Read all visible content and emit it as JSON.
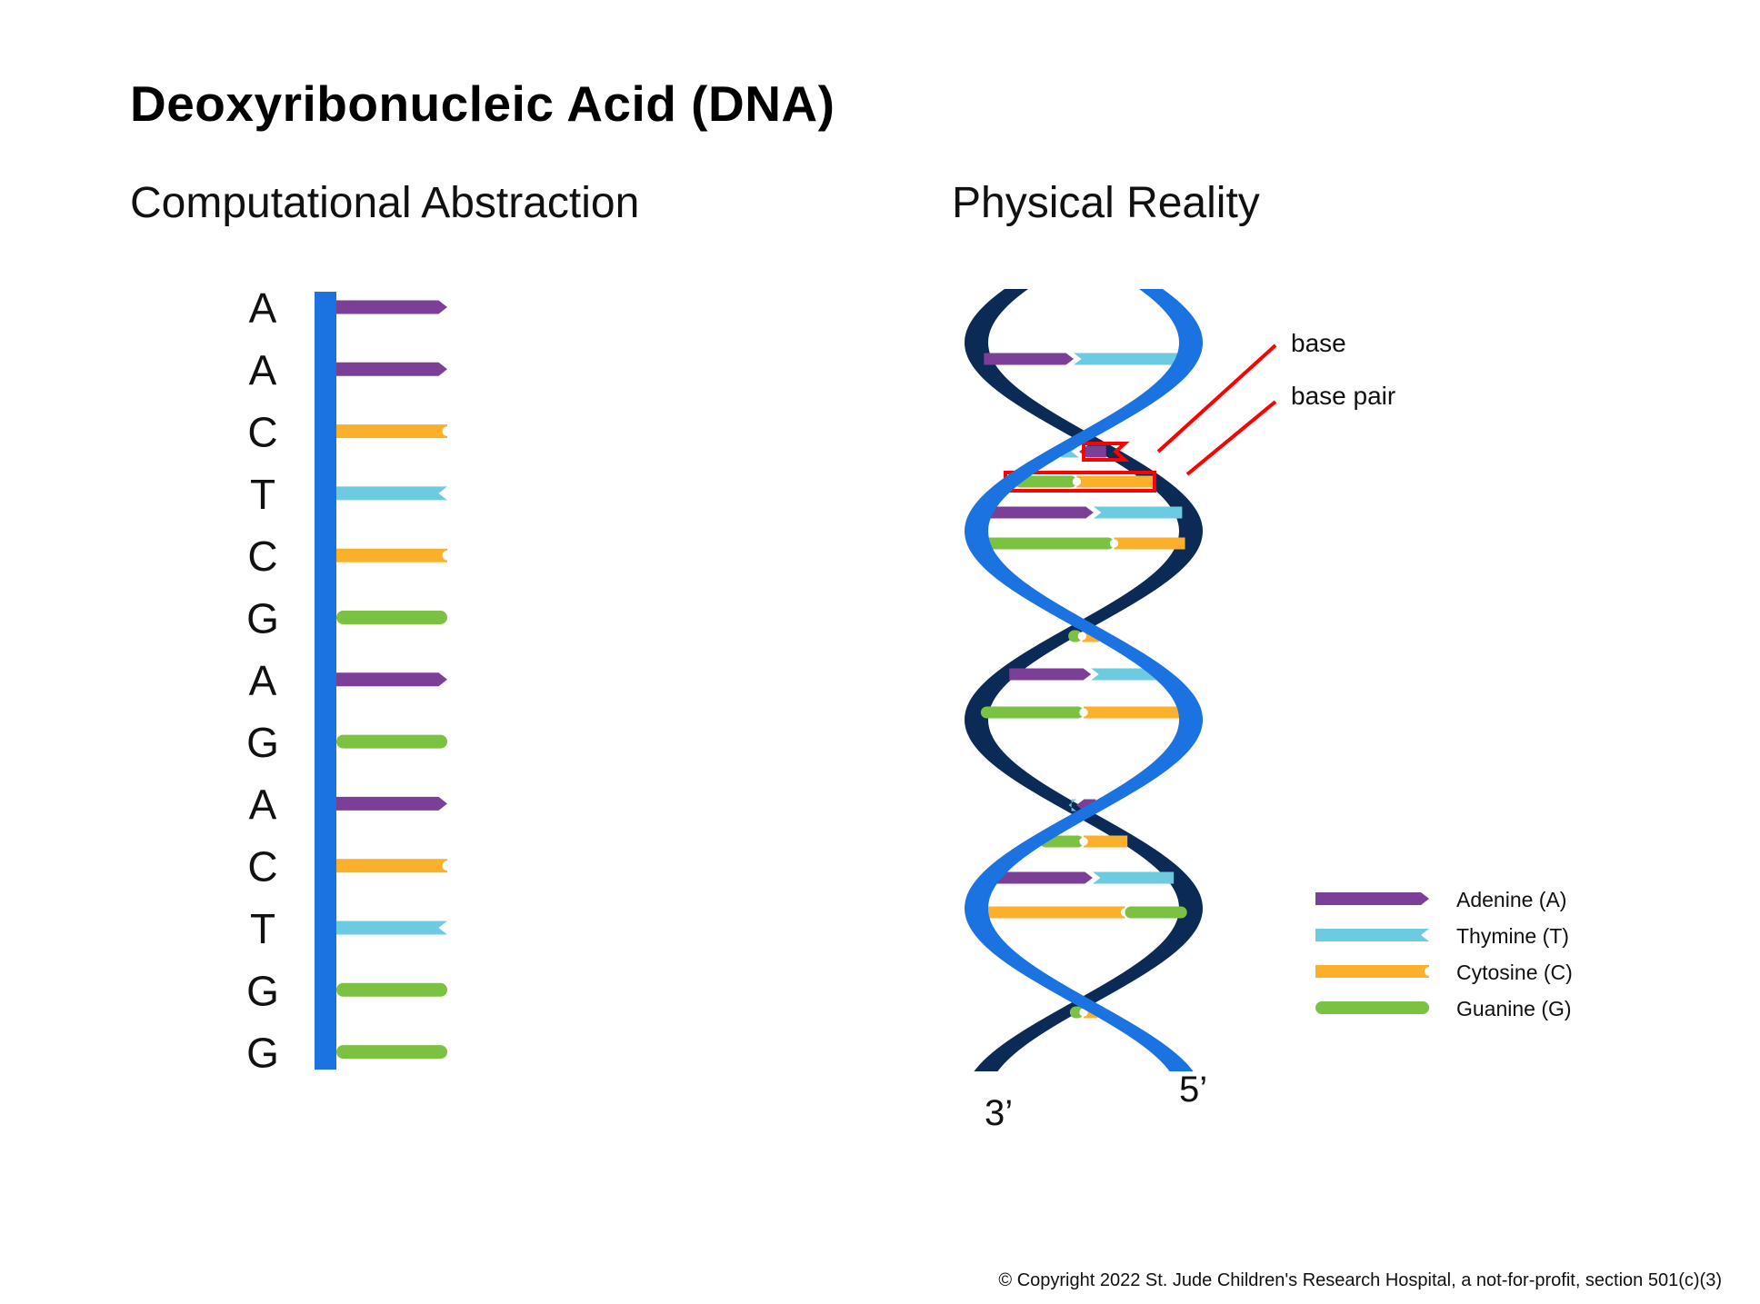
{
  "title": "Deoxyribonucleic Acid (DNA)",
  "subtitles": {
    "left": "Computational Abstraction",
    "right": "Physical Reality"
  },
  "sequence": [
    "A",
    "A",
    "C",
    "T",
    "C",
    "G",
    "A",
    "G",
    "A",
    "C",
    "T",
    "G",
    "G"
  ],
  "bases": {
    "A": {
      "name": "Adenine (A)",
      "color": "#7b3f98",
      "end": "arrow"
    },
    "T": {
      "name": "Thymine (T)",
      "color": "#6ccbe0",
      "end": "notch"
    },
    "C": {
      "name": "Cytosine (C)",
      "color": "#fbb02c",
      "end": "socket"
    },
    "G": {
      "name": "Guanine (G)",
      "color": "#7bc142",
      "end": "round"
    }
  },
  "legend_order": [
    "A",
    "T",
    "C",
    "G"
  ],
  "backbone_color": "#1a73e0",
  "back_strand_color": "#0b2a55",
  "highlight_color": "#ff0000",
  "helix_labels": {
    "base": "base",
    "base_pair": "base pair",
    "end_3": "3’",
    "end_5": "5’"
  },
  "copyright": "© Copyright 2022 St. Jude Children's Research Hospital, a not-for-profit, section 501(c)(3)"
}
